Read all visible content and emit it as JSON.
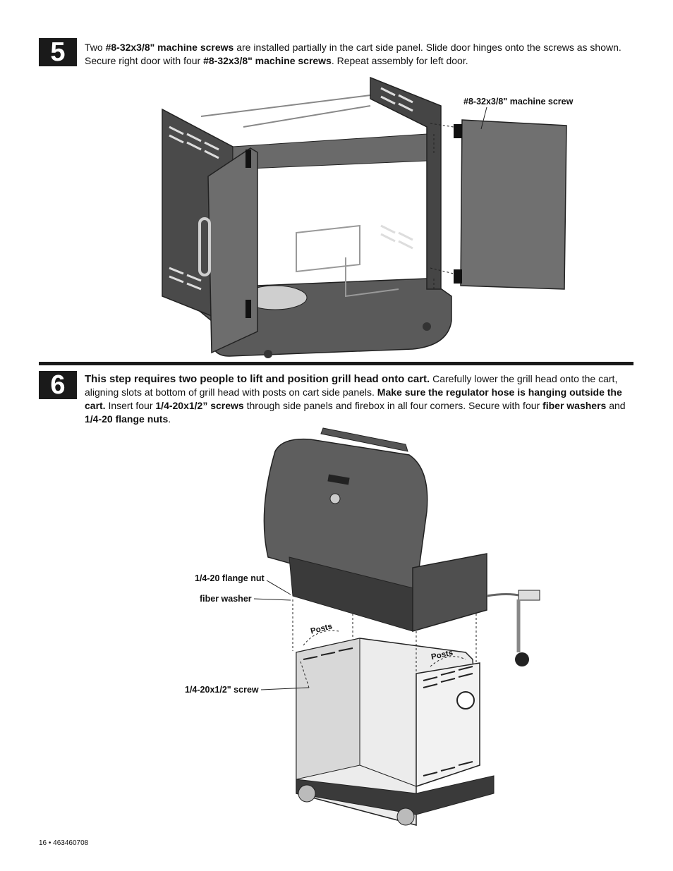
{
  "step5": {
    "number": "5",
    "t1": "Two ",
    "b1": "#8-32x3/8\" machine screws",
    "t2": " are installed partially in the cart side panel. Slide door hinges onto the screws as shown. Secure right door with four ",
    "b2": "#8-32x3/8\" machine screws",
    "t3": ". Repeat assembly for left door.",
    "callout_screw": "#8-32x3/8\" machine screw"
  },
  "step6": {
    "number": "6",
    "b1": "This step requires two people to lift and position grill head onto cart.",
    "t1": " Carefully lower the grill head onto the cart, aligning slots at bottom of grill head with posts on cart side panels. ",
    "b2": "Make sure the regulator hose is hanging outside the cart.",
    "t2": " Insert four ",
    "b3": "1/4-20x1/2” screws",
    "t3": " through side panels and firebox in all four corners. Secure with four ",
    "b4": "fiber washers",
    "t4": " and ",
    "b5": "1/4-20 flange nuts",
    "t5": ".",
    "callout_nut": "1/4-20 flange nut",
    "callout_washer": "fiber washer",
    "callout_screw": "1/4-20x1/2\" screw",
    "posts_left": "Posts",
    "posts_right": "Posts"
  },
  "footer": "16  •  463460708"
}
